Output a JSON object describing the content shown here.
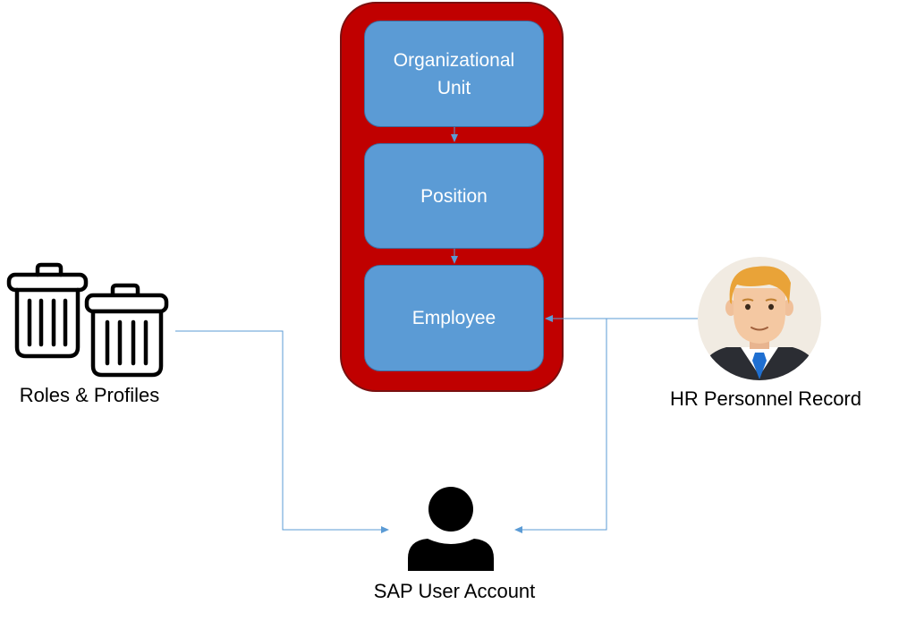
{
  "colors": {
    "container_fill": "#c00000",
    "box_fill": "#5b9bd5",
    "connector": "#5b9bd5"
  },
  "org_chain": {
    "org_unit": "Organizational\nUnit",
    "position": "Position",
    "employee": "Employee"
  },
  "labels": {
    "roles_profiles": "Roles & Profiles",
    "hr_record": "HR Personnel Record",
    "sap_account": "SAP User Account"
  },
  "icons": {
    "roles_profiles": "trash-can-icon",
    "hr_record": "businessman-avatar-icon",
    "sap_account": "user-silhouette-icon"
  }
}
